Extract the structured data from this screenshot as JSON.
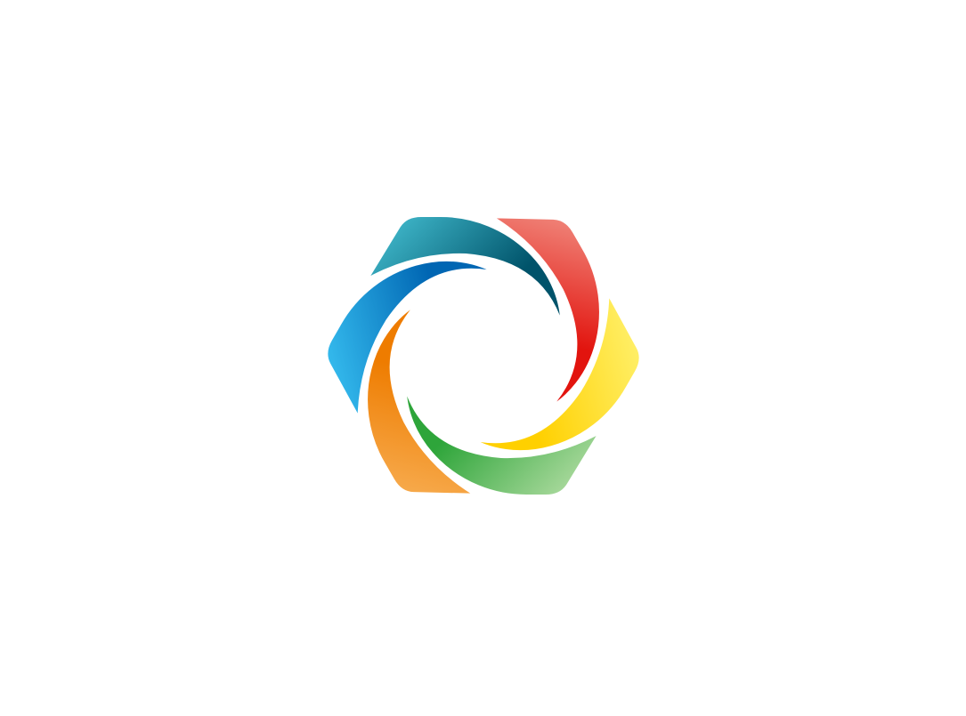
{
  "logo": {
    "blades": [
      {
        "name": "teal",
        "light": "#3db3c6",
        "dark": "#00536a"
      },
      {
        "name": "red",
        "light": "#f0857a",
        "dark": "#e2140e"
      },
      {
        "name": "yellow",
        "light": "#fff06a",
        "dark": "#ffd000"
      },
      {
        "name": "green",
        "light": "#a9d99c",
        "dark": "#2ea53a"
      },
      {
        "name": "orange",
        "light": "#f7ab4e",
        "dark": "#ee7c00"
      },
      {
        "name": "blue",
        "light": "#36bdef",
        "dark": "#0066b3"
      }
    ]
  }
}
